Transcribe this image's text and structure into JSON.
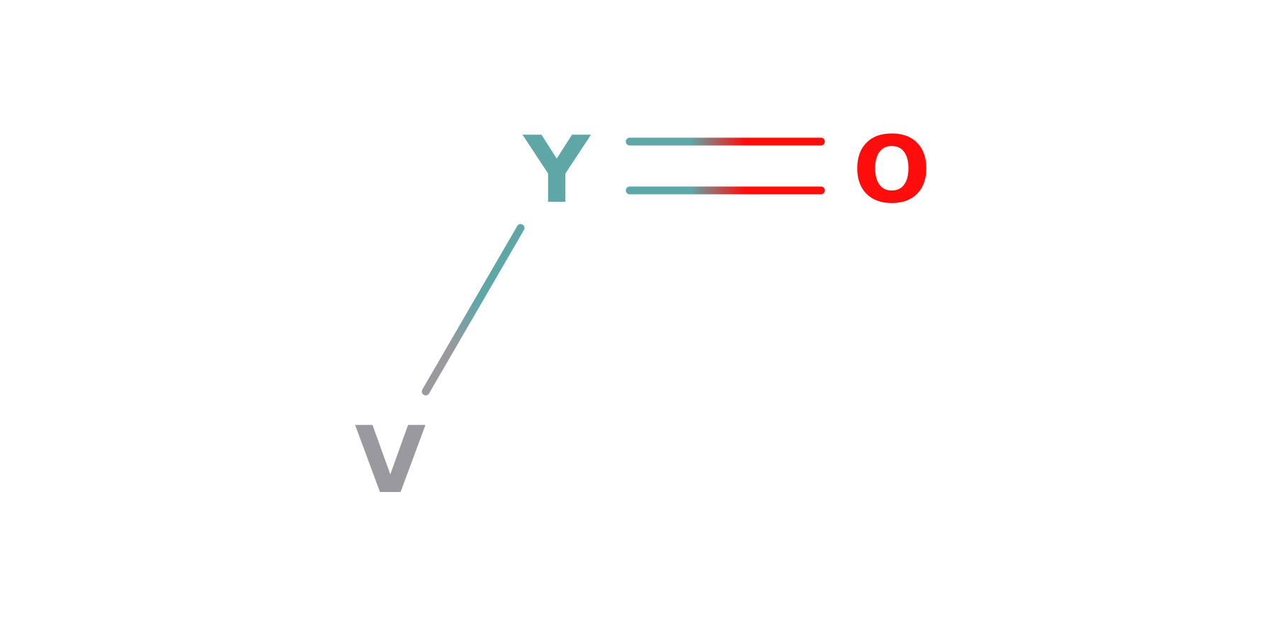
{
  "molecule": {
    "atoms": [
      {
        "id": "Y",
        "symbol": "Y",
        "color": "#5fa7a7"
      },
      {
        "id": "O",
        "symbol": "O",
        "color": "#ff0d0d"
      },
      {
        "id": "V",
        "symbol": "V",
        "color": "#9a999f"
      }
    ],
    "bonds": [
      {
        "from": "Y",
        "to": "O",
        "order": 2
      },
      {
        "from": "Y",
        "to": "V",
        "order": 1
      }
    ]
  }
}
